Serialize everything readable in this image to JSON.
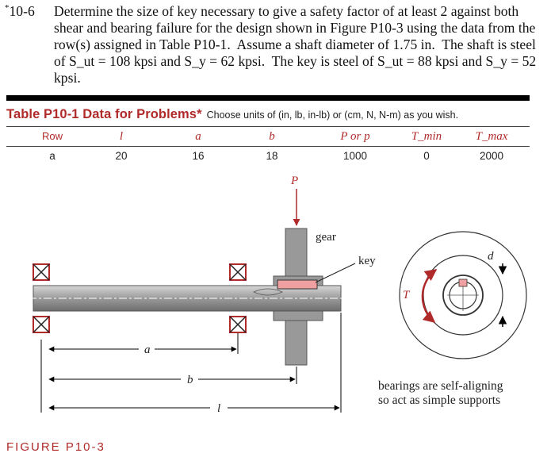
{
  "problem": {
    "star": "*",
    "number": "10-6",
    "lines": [
      "Determine the size of key necessary to give a safety factor of at least 2 against both",
      "shear and bearing failure for the design shown in Figure P10-3 using the data from the",
      "row(s) assigned in Table P10-1.  Assume a shaft diameter of 1.75 in.  The shaft is steel",
      "of S_ut = 108 kpsi and S_y = 62 kpsi.  The key is steel of S_ut = 88 kpsi and S_y = 52 kpsi."
    ]
  },
  "table": {
    "title": "Table  P10-1  Data for Problems*",
    "note": "Choose units of (in, lb, in-lb) or (cm, N, N-m) as you wish.",
    "headers": [
      "Row",
      "l",
      "a",
      "b",
      "P or p",
      "T_min",
      "T_max"
    ],
    "rows": [
      [
        "a",
        "20",
        "16",
        "18",
        "1000",
        "0",
        "2000"
      ]
    ]
  },
  "figure": {
    "label_P": "P",
    "label_gear": "gear",
    "label_key": "key",
    "label_d": "d",
    "label_T": "T",
    "dim_a": "a",
    "dim_b": "b",
    "dim_l": "l",
    "note_line1": "bearings are self-aligning",
    "note_line2": "so act as simple supports",
    "colors": {
      "accent": "#b02a2a",
      "key": "#f0a0a0",
      "gear": "#9a9a9a",
      "shaft": "#a8a8a8"
    }
  },
  "caption": "FIGURE  P10-3"
}
